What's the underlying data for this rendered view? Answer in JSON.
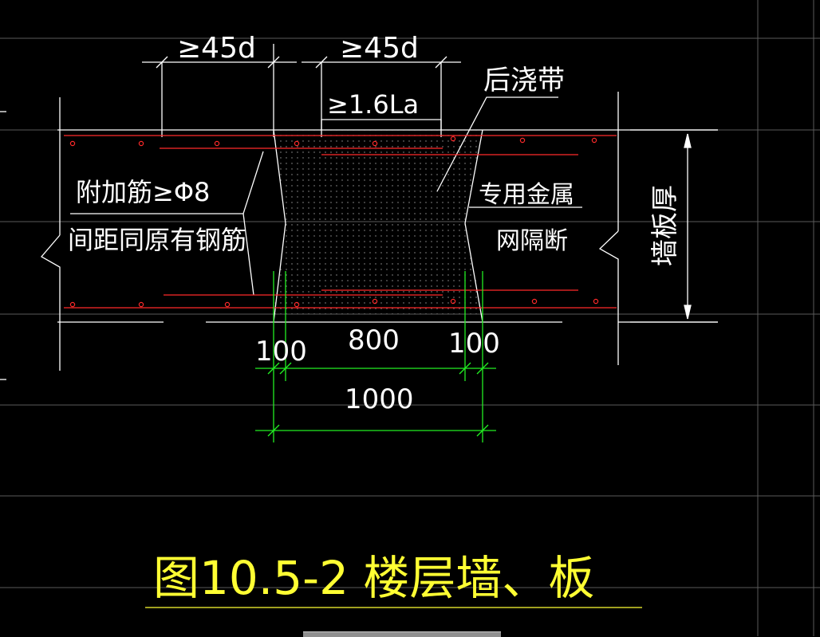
{
  "colors": {
    "background": "#000000",
    "line": "#ffffff",
    "grid": "#5a5a5a",
    "rebar": "#ff2a2a",
    "dimension": "#22ee22",
    "title": "#ffff33"
  },
  "labels": {
    "dim_45d_left": "≥45d",
    "dim_45d_right": "≥45d",
    "dim_16la": "≥1.6La",
    "post_pour_strip": "后浇带",
    "additional_rebar_line1": "附加筋≥Φ8",
    "additional_rebar_line2": "间距同原有钢筋",
    "metal_mesh_line1": "专用金属",
    "metal_mesh_line2": "网隔断",
    "wall_thickness": "墙板厚",
    "dim_100_left": "100",
    "dim_800": "800",
    "dim_100_right": "100",
    "dim_1000": "1000"
  },
  "title": {
    "text": "图10.5-2  楼层墙、板"
  }
}
